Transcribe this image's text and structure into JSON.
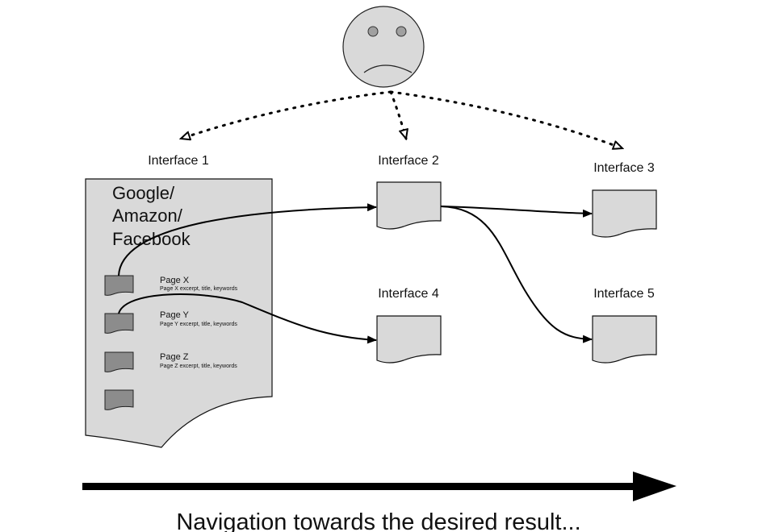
{
  "diagram": {
    "user": {
      "icon": "sad-face-icon",
      "mood": "unhappy"
    },
    "colors": {
      "shape_fill": "#d9d9d9",
      "dark_fill": "#8c8c8c",
      "stroke": "#000000",
      "background": "#ffffff"
    },
    "search_engine": {
      "title_lines": [
        "Google/",
        "Amazon/",
        "Facebook"
      ],
      "results": [
        {
          "title": "Page X",
          "excerpt": "Page X excerpt, title, keywords"
        },
        {
          "title": "Page Y",
          "excerpt": "Page Y excerpt, title, keywords"
        },
        {
          "title": "Page Z",
          "excerpt": "Page Z excerpt, title, keywords"
        },
        {
          "title": "",
          "excerpt": ""
        }
      ]
    },
    "interfaces": [
      {
        "id": 1,
        "label": "Interface 1"
      },
      {
        "id": 2,
        "label": "Interface 2"
      },
      {
        "id": 3,
        "label": "Interface 3"
      },
      {
        "id": 4,
        "label": "Interface 4"
      },
      {
        "id": 5,
        "label": "Interface 5"
      }
    ],
    "edges": [
      {
        "from": "user",
        "to": "Interface 1",
        "style": "dotted"
      },
      {
        "from": "user",
        "to": "Interface 2",
        "style": "dotted"
      },
      {
        "from": "user",
        "to": "Interface 3",
        "style": "dotted"
      },
      {
        "from": "Page X",
        "to": "Interface 2",
        "style": "solid"
      },
      {
        "from": "Page Y",
        "to": "Interface 4",
        "style": "solid"
      },
      {
        "from": "Interface 2",
        "to": "Interface 3",
        "style": "solid"
      },
      {
        "from": "Interface 2",
        "to": "Interface 5",
        "style": "solid"
      }
    ],
    "caption": "Navigation towards the desired result..."
  }
}
